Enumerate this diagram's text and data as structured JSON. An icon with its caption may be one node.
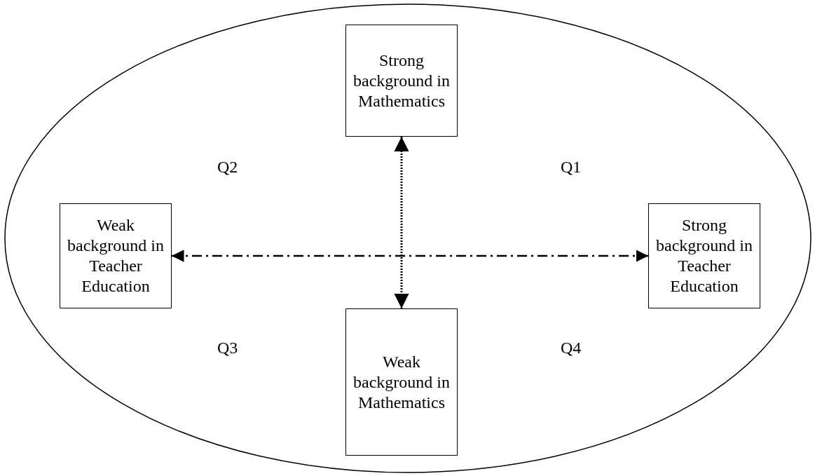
{
  "diagram": {
    "nodes": [
      {
        "text": [],
        "shape": "ellipse"
      },
      {
        "text": [
          "Strong background in Mathematics"
        ],
        "in": 0
      },
      {
        "text": [
          "Weak background in Teacher Education"
        ],
        "in": 0
      },
      {
        "text": [
          "Strong background in Teacher Education"
        ],
        "in": 0
      },
      {
        "text": [
          "Weak background in Mathematics"
        ],
        "in": 0
      }
    ],
    "edges": [
      {
        "from": 1,
        "to": 4,
        "arrow": "both",
        "style": "dashed"
      },
      {
        "from": 2,
        "to": 3,
        "arrow": "both",
        "style": "dashed"
      }
    ],
    "labels": [
      "Q2",
      "Q1",
      "Q3",
      "Q4"
    ]
  }
}
